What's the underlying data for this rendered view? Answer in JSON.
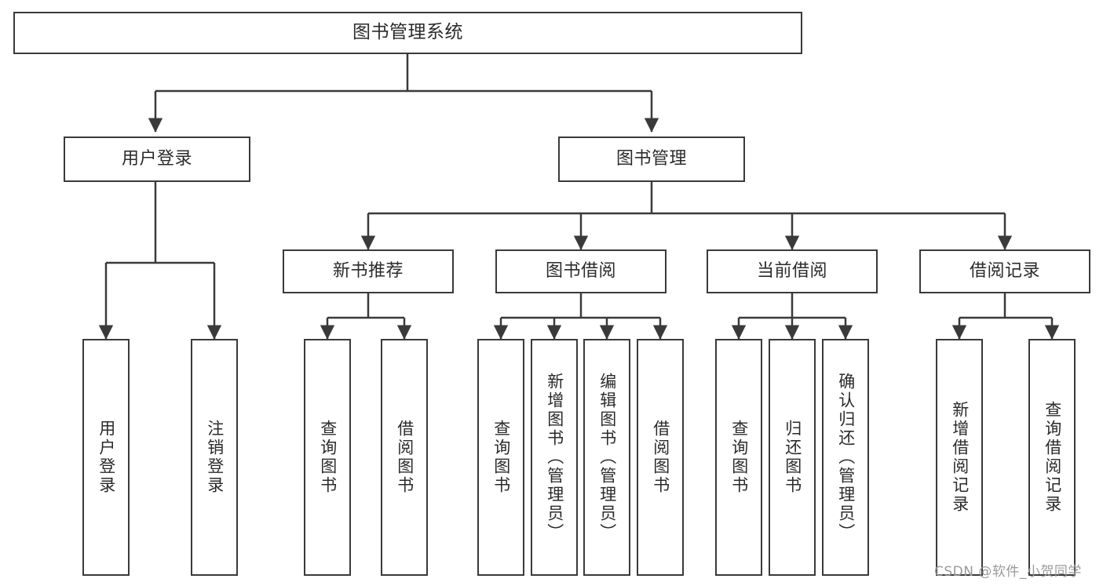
{
  "diagram": {
    "title": "图书管理系统",
    "type": "function-hierarchy-tree",
    "colors": {
      "line": "#3a3a3a",
      "box_border": "#3a3a3a",
      "box_fill": "#ffffff",
      "text": "#2b2b2b",
      "watermark": "#9a9a9a",
      "background": "#ffffff"
    },
    "root": {
      "label": "图书管理系统"
    },
    "level1": [
      {
        "label": "用户登录"
      },
      {
        "label": "图书管理"
      }
    ],
    "level2": [
      {
        "label": "新书推荐"
      },
      {
        "label": "图书借阅"
      },
      {
        "label": "当前借阅"
      },
      {
        "label": "借阅记录"
      }
    ],
    "leaves": {
      "user_login": [
        {
          "label": "用户登录"
        },
        {
          "label": "注销登录"
        }
      ],
      "new_book": [
        {
          "label": "查询图书"
        },
        {
          "label": "借阅图书"
        }
      ],
      "book_borrow": [
        {
          "label": "查询图书"
        },
        {
          "label": "新增图书（管理员）"
        },
        {
          "label": "编辑图书（管理员）"
        },
        {
          "label": "借阅图书"
        }
      ],
      "current_borrow": [
        {
          "label": "查询图书"
        },
        {
          "label": "归还图书"
        },
        {
          "label": "确认归还（管理员）"
        }
      ],
      "borrow_record": [
        {
          "label": "新增借阅记录"
        },
        {
          "label": "查询借阅记录"
        }
      ]
    }
  },
  "watermark": {
    "text": "CSDN @软件_小贺同学"
  }
}
